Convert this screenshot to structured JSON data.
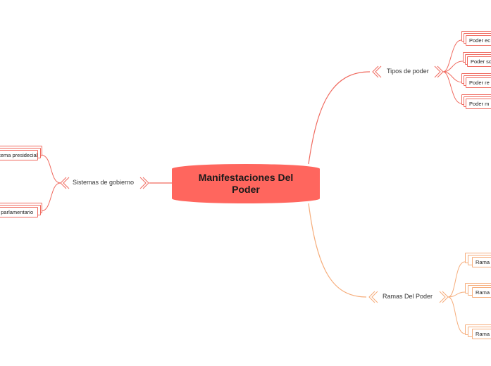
{
  "diagram": {
    "root": {
      "title_line1": "Manifestaciones Del",
      "title_line2": "Poder"
    },
    "branches": {
      "tipos": {
        "label": "Tipos de poder",
        "color": "#f06a5f",
        "leaves": [
          "Poder ec",
          "Poder so",
          "Poder re",
          "Poder m"
        ]
      },
      "sistemas": {
        "label": "Sistemas de gobierno",
        "color": "#f06a5f",
        "leaves": [
          "stema presidecial",
          "a parlamentario"
        ]
      },
      "ramas": {
        "label": "Ramas Del Poder",
        "color": "#f6ad7b",
        "leaves": [
          "Rama",
          "Rama",
          "Rama"
        ]
      }
    },
    "colors": {
      "root_fill": "#ff665e",
      "red_branch": "#f06a5f",
      "orange_branch": "#f6ad7b"
    }
  }
}
